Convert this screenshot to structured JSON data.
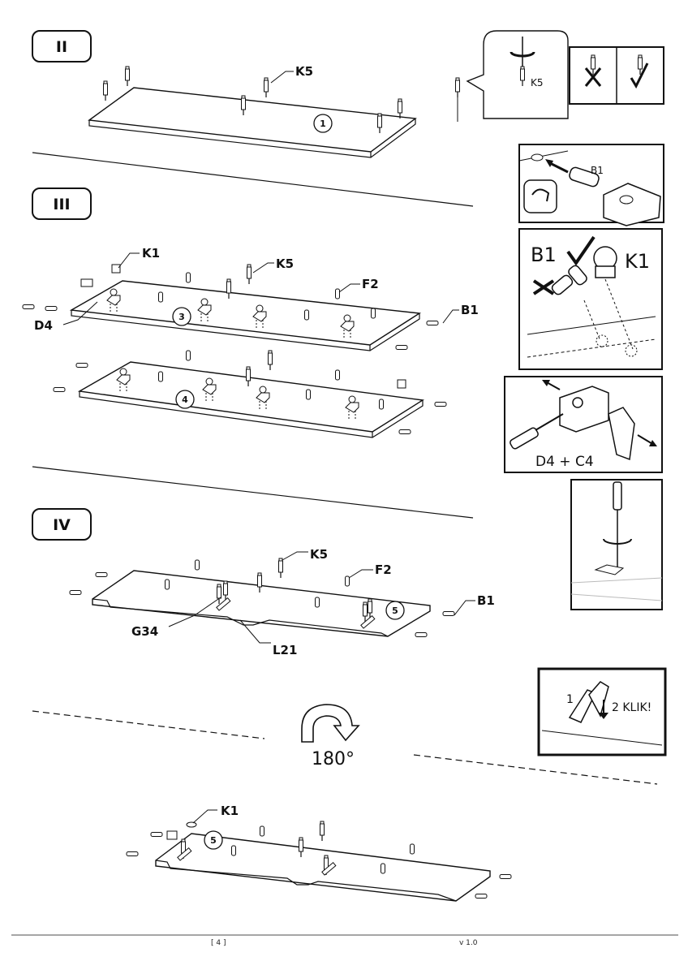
{
  "steps": {
    "ii": "II",
    "iii": "III",
    "iv": "IV"
  },
  "parts": {
    "k5": "K5",
    "k1": "K1",
    "f2": "F2",
    "b1": "B1",
    "d4": "D4",
    "g34": "G34",
    "l21": "L21"
  },
  "panels": {
    "p1": "1",
    "p3": "3",
    "p4": "4",
    "p5": "5"
  },
  "insets": {
    "k5_small": "K5",
    "b1_small": "B1",
    "b1_big": "B1",
    "k1_big": "K1",
    "hinge_caption": "D4  +  C4",
    "klik_1": "1",
    "klik_2": "2 KLIK!"
  },
  "rotate_label": "180°",
  "footer": {
    "page": "[ 4 ]",
    "version": "v 1.0"
  }
}
